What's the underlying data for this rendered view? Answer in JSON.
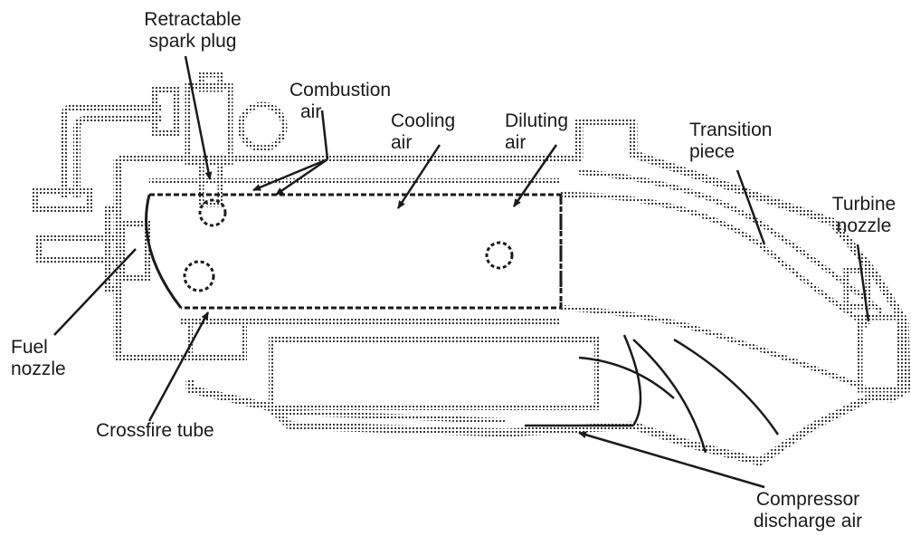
{
  "diagram": {
    "labels": {
      "spark_plug_1": "Retractable",
      "spark_plug_2": "spark plug",
      "combustion_1": "Combustion",
      "combustion_2": "air",
      "cooling_1": "Cooling",
      "cooling_2": "air",
      "diluting_1": "Diluting",
      "diluting_2": "air",
      "transition_1": "Transition",
      "transition_2": "piece",
      "turbine_1": "Turbine",
      "turbine_2": "nozzle",
      "fuel_1": "Fuel",
      "fuel_2": "nozzle",
      "crossfire": "Crossfire tube",
      "compressor_1": "Compressor",
      "compressor_2": "discharge air"
    },
    "colors": {
      "ink": "#1a1a1a",
      "hatch": "#3a3a3a",
      "background": "#ffffff"
    }
  }
}
